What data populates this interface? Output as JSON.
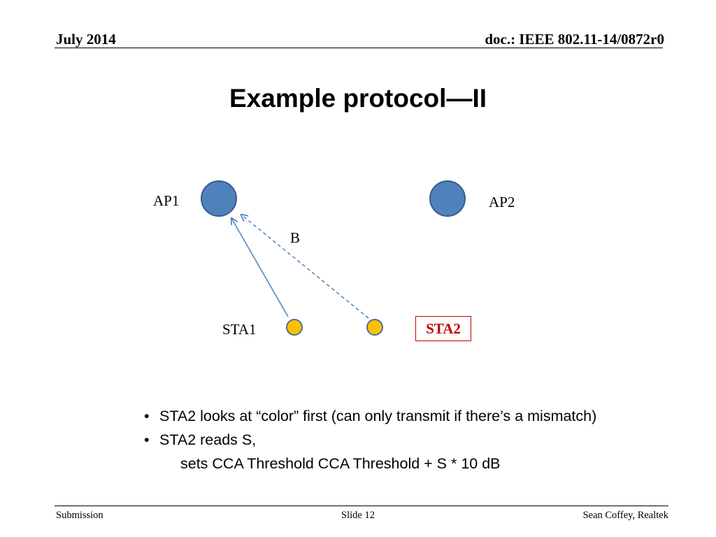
{
  "header": {
    "left": "July 2014",
    "right": "doc.: IEEE 802.11-14/0872r0"
  },
  "title": "Example protocol—II",
  "diagram": {
    "ap1_label": "AP1",
    "ap2_label": "AP2",
    "sta1_label": "STA1",
    "sta2_label": "STA2",
    "link_label": "B",
    "colors": {
      "ap": "#4f81bd",
      "ap_stroke": "#385d8a",
      "sta": "#ffc000",
      "sta_stroke": "#4f6fa0",
      "link": "#4f81bd",
      "highlight": "#c00000"
    }
  },
  "bullets": [
    "STA2 looks at “color” first (can only transmit if there’s a mismatch)",
    "STA2 reads S,"
  ],
  "bullet_continuation": "sets CCA Threshold CCA Threshold +  S * 10 dB",
  "footer": {
    "left": "Submission",
    "center": "Slide 12",
    "right": "Sean Coffey, Realtek"
  }
}
